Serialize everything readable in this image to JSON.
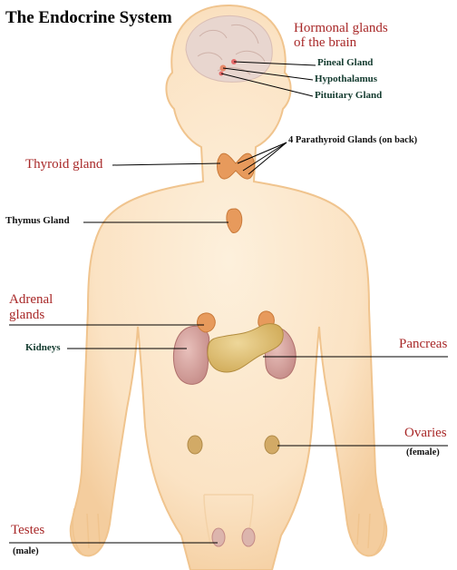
{
  "title": "The Endocrine System",
  "labels": {
    "hormonal_glands_line1": "Hormonal glands",
    "hormonal_glands_line2": "of the brain",
    "pineal": "Pineal Gland",
    "hypothalamus": "Hypothalamus",
    "pituitary": "Pituitary Gland",
    "parathyroid": "4 Parathyroid Glands (on back)",
    "thyroid": "Thyroid  gland",
    "thymus": "Thymus Gland",
    "adrenal_line1": "Adrenal",
    "adrenal_line2": "glands",
    "kidneys": "Kidneys",
    "pancreas": "Pancreas",
    "ovaries": "Ovaries",
    "ovaries_note": "(female)",
    "testes": "Testes",
    "testes_note": "(male)"
  },
  "colors": {
    "label_red": "#a82828",
    "label_dark": "#123a2e",
    "skin_fill": "#fbe3c4",
    "skin_edge": "#f0c48e",
    "brain": "#e8d6cf",
    "thyroid": "#e79a5c",
    "kidney": "#d6a19a",
    "pancreas": "#dcc172",
    "gonad": "#d2aa66"
  }
}
